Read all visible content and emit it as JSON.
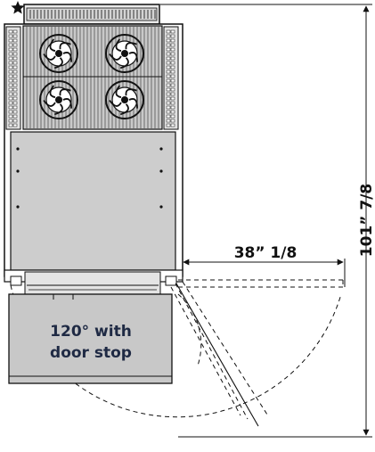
{
  "labels": {
    "width_dimension": "38” 1/8",
    "height_dimension": "101” 7/8",
    "door_note_line1": "120° with",
    "door_note_line2": "door stop"
  },
  "icons": {
    "corner_marker": "star-icon",
    "fan": "fan-icon"
  },
  "colors": {
    "line": "#111111",
    "door_panel": "#c8c8c8",
    "cabinet_panel": "#cdcdcd",
    "vent_panel": "#d9d9d9",
    "grille": "#8a8a8a",
    "label_text": "#1f2a44"
  }
}
